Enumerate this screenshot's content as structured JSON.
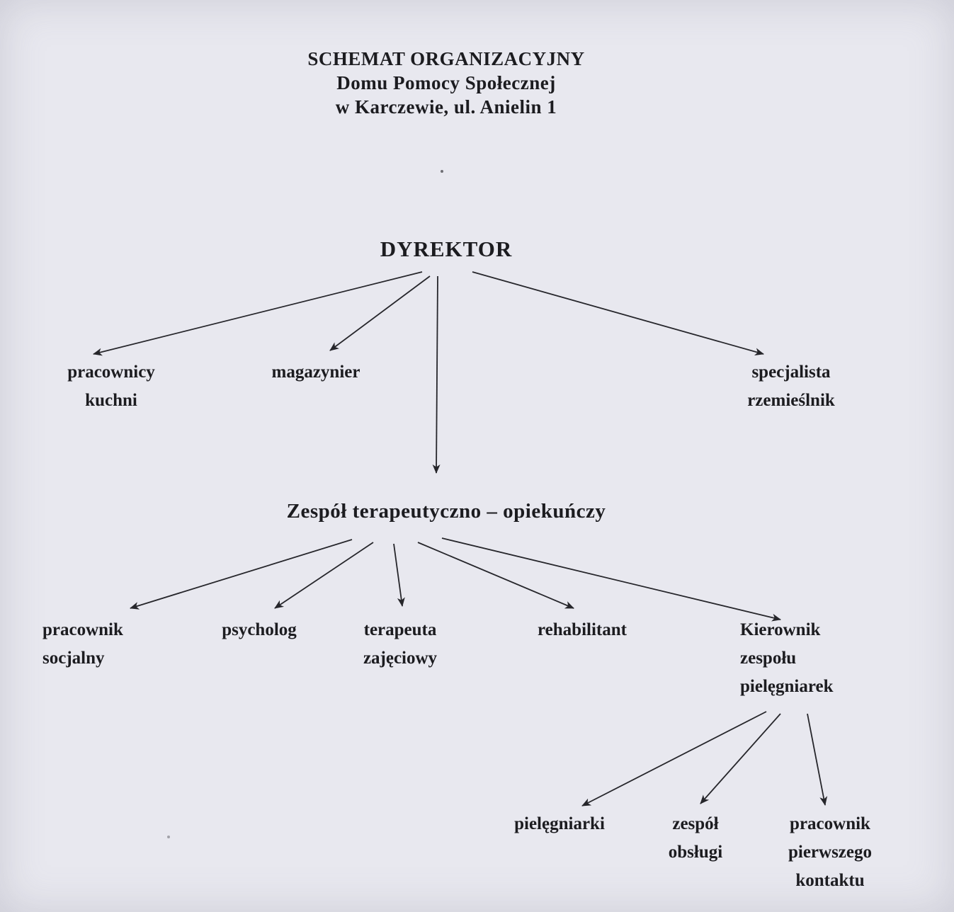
{
  "title": {
    "line1": "SCHEMAT ORGANIZACYJNY",
    "line2": "Domu Pomocy Społecznej",
    "line3": "w Karczewie, ul. Anielin 1"
  },
  "nodes": {
    "dyrektor": "DYREKTOR",
    "pracownicy_kuchni": "pracownicy\nkuchni",
    "magazynier": "magazynier",
    "specjalista_rzemieslnik": "specjalista\nrzemieślnik",
    "zespol_terapeutyczny": "Zespół terapeutyczno – opiekuńczy",
    "pracownik_socjalny": "pracownik\nsocjalny",
    "psycholog": "psycholog",
    "terapeuta_zajeciowy": "terapeuta\nzajęciowy",
    "rehabilitant": "rehabilitant",
    "kierownik_zespolu_pielegniarek": "Kierownik\nzespołu\npielęgniarek",
    "pielegniarki": "pielęgniarki",
    "zespol_obslugi": "zespół\nobsługi",
    "pracownik_pierwszego_kontaktu": "pracownik\npierwszego\nkontaktu"
  },
  "edges": [
    {
      "from": "dyrektor",
      "to": "pracownicy_kuchni"
    },
    {
      "from": "dyrektor",
      "to": "magazynier"
    },
    {
      "from": "dyrektor",
      "to": "specjalista_rzemieslnik"
    },
    {
      "from": "dyrektor",
      "to": "zespol_terapeutyczny"
    },
    {
      "from": "zespol_terapeutyczny",
      "to": "pracownik_socjalny"
    },
    {
      "from": "zespol_terapeutyczny",
      "to": "psycholog"
    },
    {
      "from": "zespol_terapeutyczny",
      "to": "terapeuta_zajeciowy"
    },
    {
      "from": "zespol_terapeutyczny",
      "to": "rehabilitant"
    },
    {
      "from": "zespol_terapeutyczny",
      "to": "kierownik_zespolu_pielegniarek"
    },
    {
      "from": "kierownik_zespolu_pielegniarek",
      "to": "pielegniarki"
    },
    {
      "from": "kierownik_zespolu_pielegniarek",
      "to": "zespol_obslugi"
    },
    {
      "from": "kierownik_zespolu_pielegniarek",
      "to": "pracownik_pierwszego_kontaktu"
    }
  ],
  "colors": {
    "paper": "#e8e8ef",
    "ink": "#1c1c20"
  }
}
